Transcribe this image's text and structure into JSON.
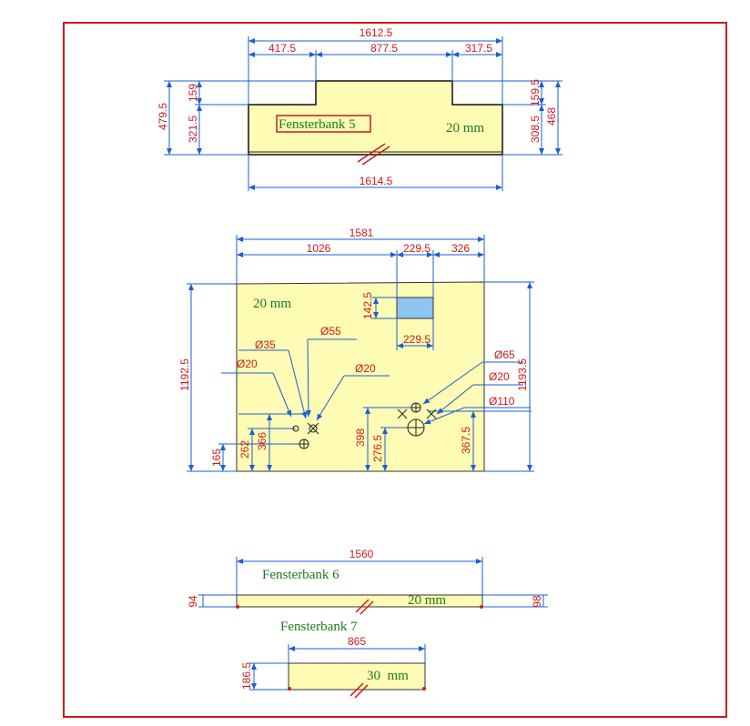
{
  "colors": {
    "frame": "#d01818",
    "dimension_line": "#1a5fd0",
    "dimension_text": "#d01818",
    "part_fill": "#fdfbb4",
    "label_text": "#1f7a1f",
    "cutout_fill": "#8fc3f2"
  },
  "part1": {
    "name": "Fensterbank 5",
    "thickness": "20 mm",
    "top_dims": [
      "1612.5",
      "417.5",
      "877.5",
      "317.5"
    ],
    "bottom_dim": "1614.5",
    "left_dims": [
      "479.5",
      "159",
      "321.5"
    ],
    "right_dims": [
      "159.5",
      "308.5",
      "468"
    ]
  },
  "part2": {
    "thickness": "20 mm",
    "top_dims": [
      "1581",
      "1026",
      "229.5",
      "326"
    ],
    "cutout_dims": [
      "142.5",
      "229.5"
    ],
    "left_dims": [
      "1192.5",
      "165",
      "262",
      "366"
    ],
    "right_dims": [
      "1193.5",
      "398",
      "276.5",
      "367.5"
    ],
    "holes_left": [
      "Ø35",
      "Ø55",
      "Ø20",
      "Ø20"
    ],
    "holes_right": [
      "Ø65",
      "Ø20",
      "Ø110"
    ]
  },
  "part3": {
    "name": "Fensterbank 6",
    "thickness": "20 mm",
    "length": "1560",
    "left_dim": "94",
    "right_dim": "98"
  },
  "part4": {
    "name": "Fensterbank 7",
    "thickness": "30  mm",
    "length": "865",
    "left_dim": "186.5"
  }
}
